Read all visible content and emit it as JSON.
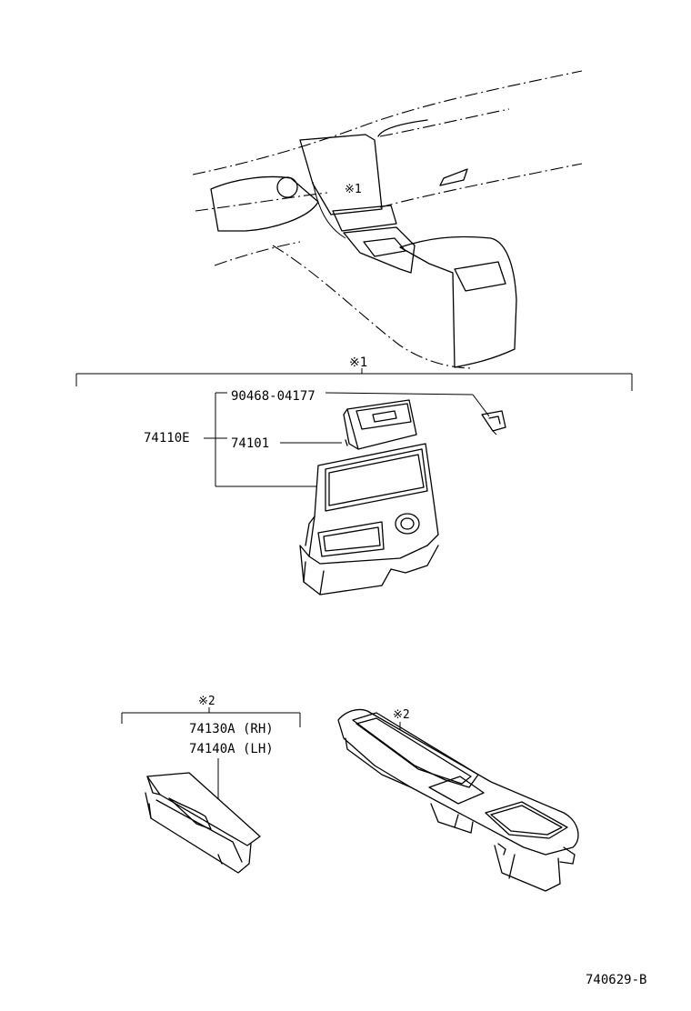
{
  "labels": {
    "note1_top": "※1",
    "note1_bracket": "※1",
    "part_90468": "90468-04177",
    "part_74110E": "74110E",
    "part_74101": "74101",
    "note2_left": "※2",
    "part_74130A": "74130A (RH)",
    "part_74140A": "74140A (LH)",
    "note2_right": "※2",
    "drawing_number": "740629-B"
  },
  "icons": [
    "dashboard-overview",
    "center-console-box",
    "inner-tray",
    "clip-fastener",
    "armrest-pocket",
    "door-armrest-trim"
  ]
}
